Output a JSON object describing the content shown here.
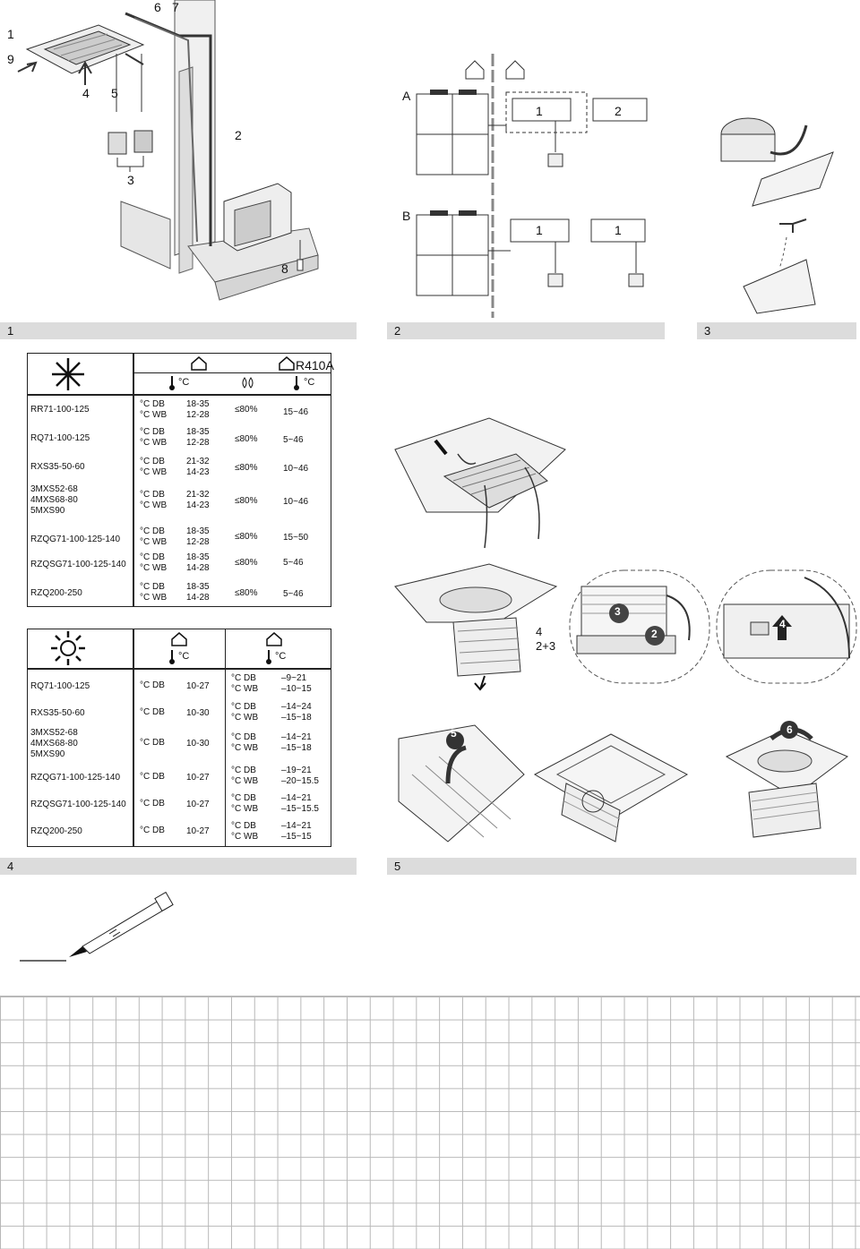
{
  "callouts": {
    "fig1": [
      "1",
      "9",
      "6",
      "7",
      "4",
      "5",
      "3",
      "2",
      "8"
    ],
    "systemA": "A",
    "systemB": "B",
    "unitA1": "1",
    "unitA2": "2",
    "unitB1": "1",
    "unitB2": "1"
  },
  "sections": {
    "s1": "1",
    "s2": "2",
    "s3": "3",
    "s4": "4",
    "s5": "5"
  },
  "cooling": {
    "refrigerant": "R410A",
    "unit_c": "°C",
    "headers": {
      "indoor_c": "°C",
      "humidity": "",
      "outdoor_c": "°C"
    },
    "rows": [
      {
        "model": [
          "RR71-100-125"
        ],
        "db": "°C DB",
        "wb": "°C WB",
        "r1": "18-35",
        "r2": "12-28",
        "hum": "≤80%",
        "out": "15~46"
      },
      {
        "model": [
          "RQ71-100-125"
        ],
        "db": "°C DB",
        "wb": "°C WB",
        "r1": "18-35",
        "r2": "12-28",
        "hum": "≤80%",
        "out": "5~46"
      },
      {
        "model": [
          "RXS35-50-60"
        ],
        "db": "°C DB",
        "wb": "°C WB",
        "r1": "21-32",
        "r2": "14-23",
        "hum": "≤80%",
        "out": "10~46"
      },
      {
        "model": [
          "3MXS52-68",
          "4MXS68-80",
          "5MXS90"
        ],
        "db": "°C DB",
        "wb": "°C WB",
        "r1": "21-32",
        "r2": "14-23",
        "hum": "≤80%",
        "out": "10~46"
      },
      {
        "model": [
          "RZQG71-100-125-140"
        ],
        "db": "°C DB",
        "wb": "°C WB",
        "r1": "18-35",
        "r2": "12-28",
        "hum": "≤80%",
        "out": "15~50"
      },
      {
        "model": [
          "RZQSG71-100-125-140"
        ],
        "db": "°C DB",
        "wb": "°C WB",
        "r1": "18-35",
        "r2": "14-28",
        "hum": "≤80%",
        "out": "5~46"
      },
      {
        "model": [
          "RZQ200-250"
        ],
        "db": "°C DB",
        "wb": "°C WB",
        "r1": "18-35",
        "r2": "14-28",
        "hum": "≤80%",
        "out": "5~46"
      }
    ]
  },
  "heating": {
    "headers": {
      "indoor_c": "°C",
      "outdoor_c": "°C"
    },
    "rows": [
      {
        "model": [
          "RQ71-100-125"
        ],
        "db": "°C DB",
        "r": "10-27",
        "odb": "°C DB",
        "owb": "°C WB",
        "o1": "–9~21",
        "o2": "–10~15"
      },
      {
        "model": [
          "RXS35-50-60"
        ],
        "db": "°C DB",
        "r": "10-30",
        "odb": "°C DB",
        "owb": "°C WB",
        "o1": "–14~24",
        "o2": "–15~18"
      },
      {
        "model": [
          "3MXS52-68",
          "4MXS68-80",
          "5MXS90"
        ],
        "db": "°C DB",
        "r": "10-30",
        "odb": "°C DB",
        "owb": "°C WB",
        "o1": "–14~21",
        "o2": "–15~18"
      },
      {
        "model": [
          "RZQG71-100-125-140"
        ],
        "db": "°C DB",
        "r": "10-27",
        "odb": "°C DB",
        "owb": "°C WB",
        "o1": "–19~21",
        "o2": "–20~15.5"
      },
      {
        "model": [
          "RZQSG71-100-125-140"
        ],
        "db": "°C DB",
        "r": "10-27",
        "odb": "°C DB",
        "owb": "°C WB",
        "o1": "–14~21",
        "o2": "–15~15.5"
      },
      {
        "model": [
          "RZQ200-250"
        ],
        "db": "°C DB",
        "r": "10-27",
        "odb": "°C DB",
        "owb": "°C WB",
        "o1": "–14~21",
        "o2": "–15~15"
      }
    ]
  },
  "filter_steps": {
    "s4": "4",
    "s23": "2+3",
    "arrow3": "3",
    "arrow2": "2",
    "arrow4": "4",
    "arrow5": "5",
    "arrow6": "6"
  }
}
